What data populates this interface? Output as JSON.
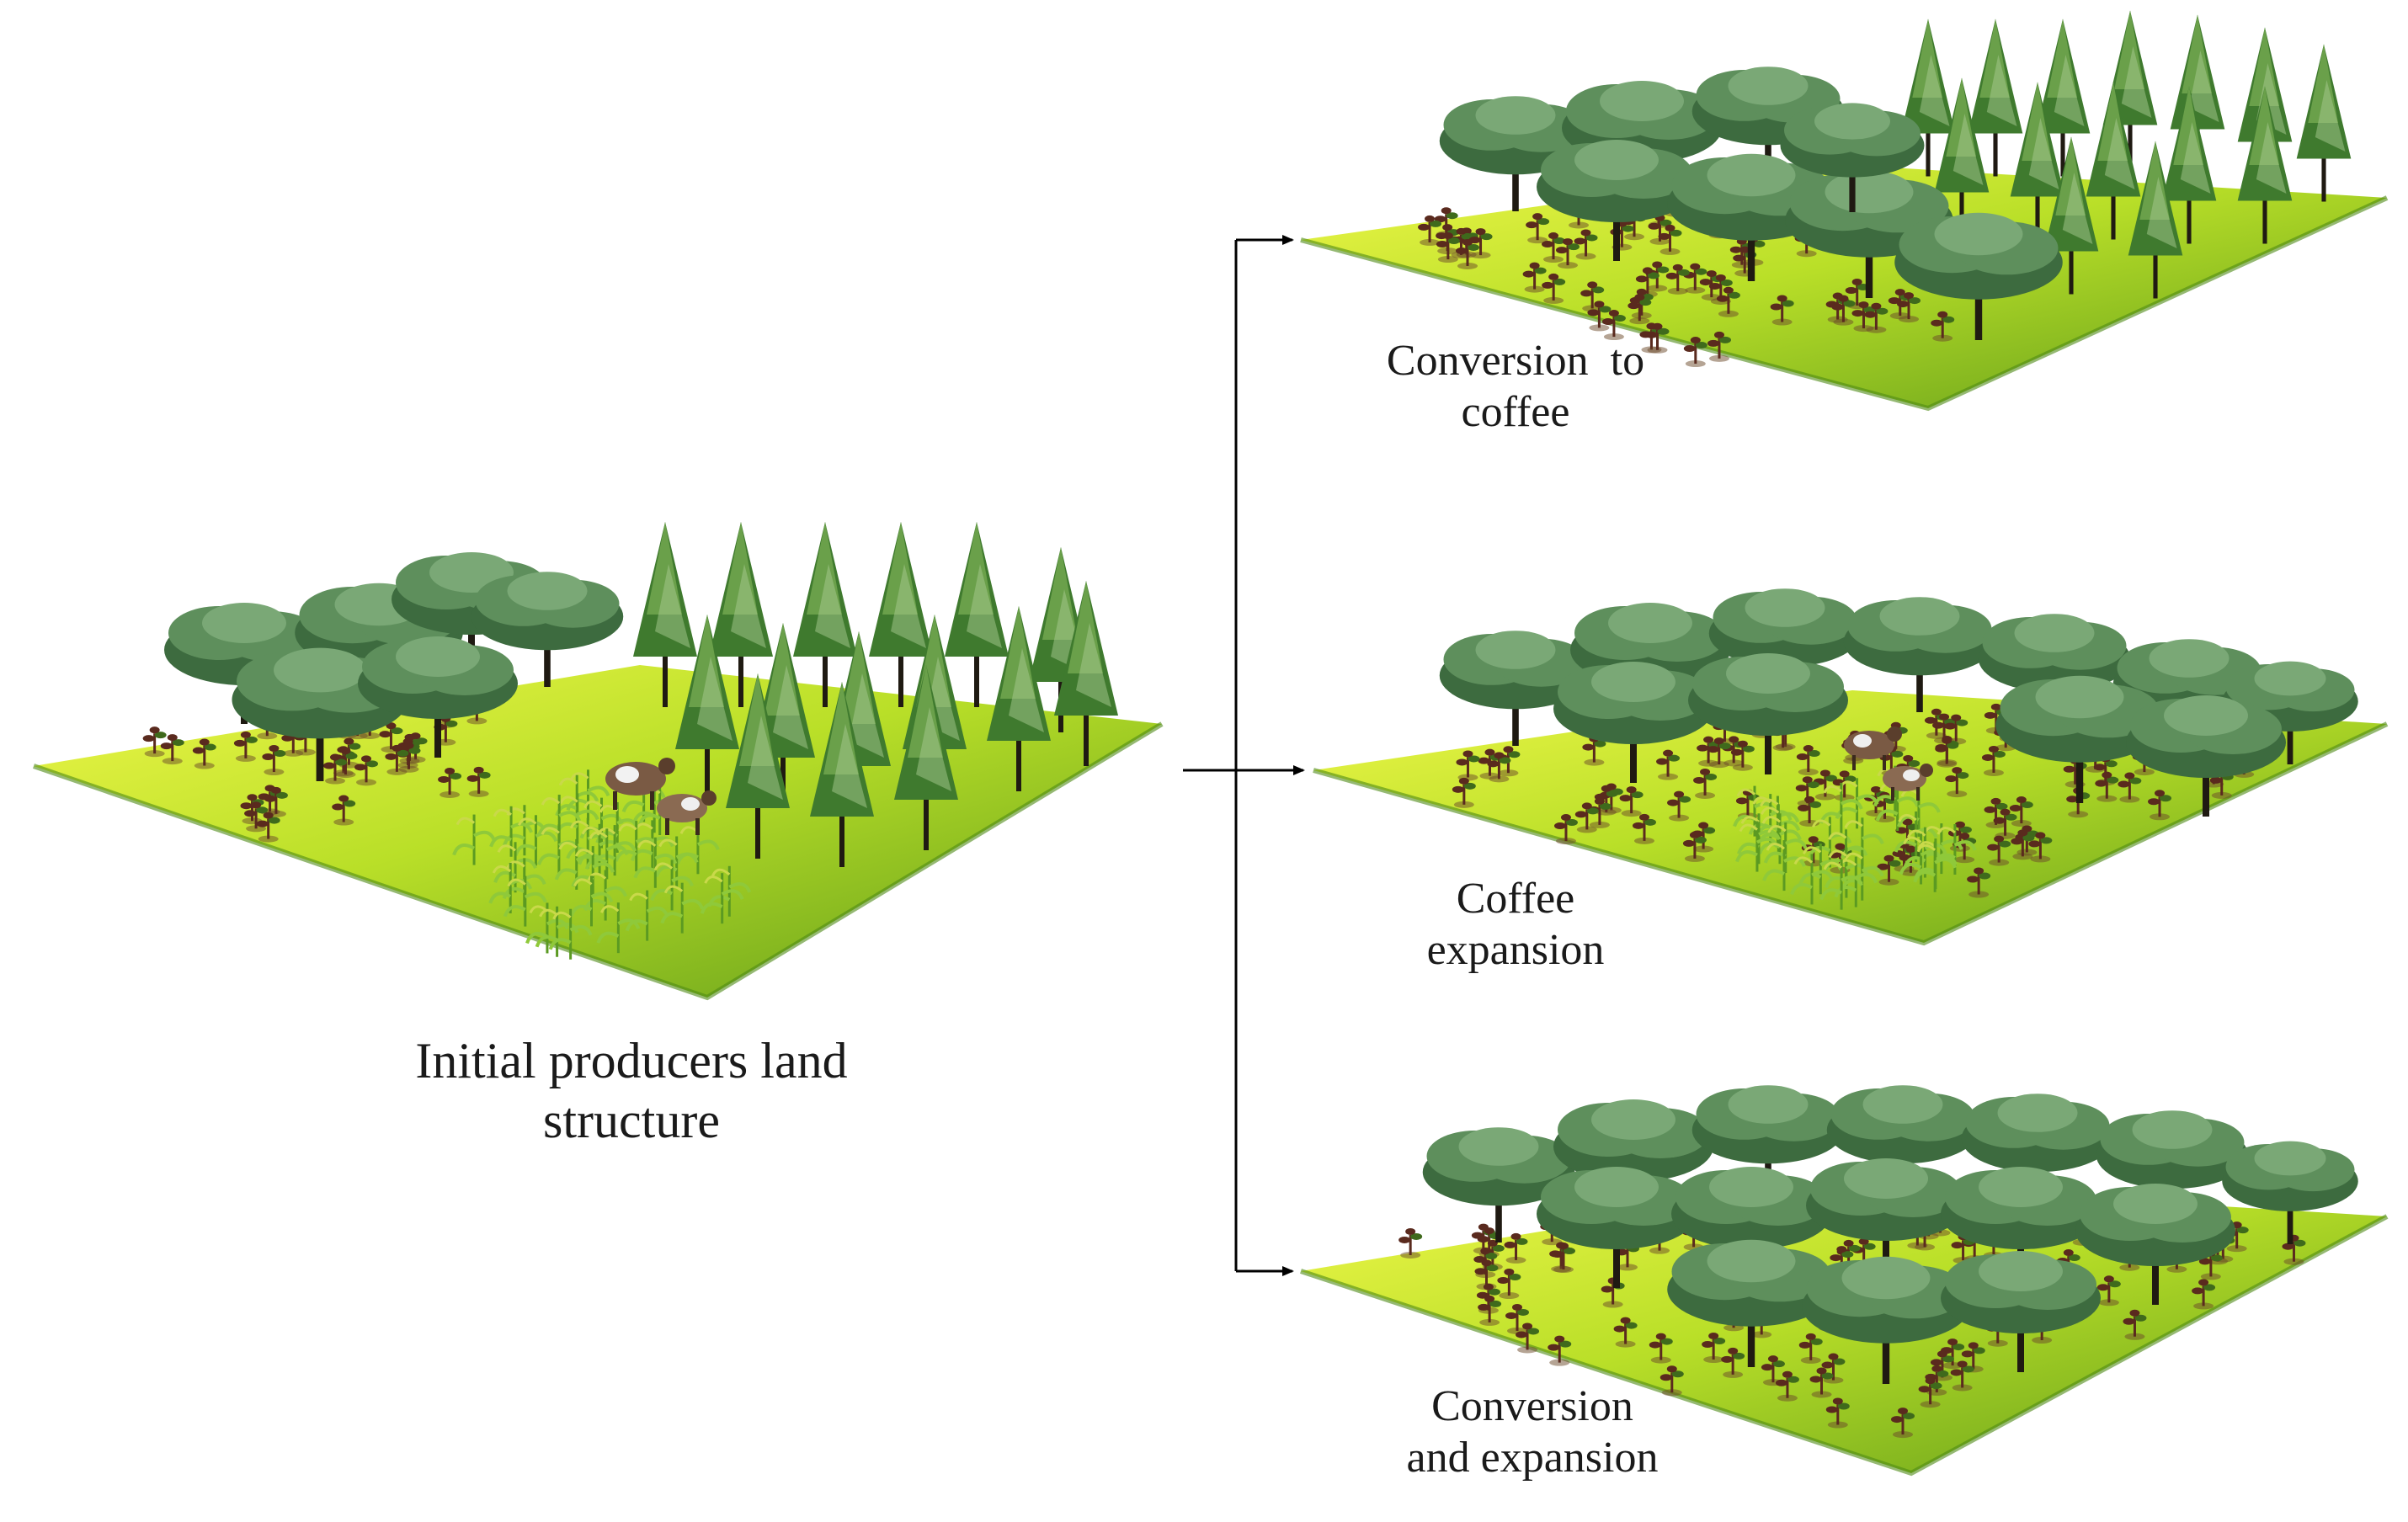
{
  "figure": {
    "initial": {
      "caption_lines": [
        "Initial producers land",
        "structure"
      ]
    },
    "scenarios": [
      {
        "id": "conversion",
        "caption_lines": [
          "Conversion  to",
          "coffee"
        ]
      },
      {
        "id": "expansion",
        "caption_lines": [
          "Coffee",
          "expansion"
        ]
      },
      {
        "id": "conversion_expansion",
        "caption_lines": [
          "Conversion",
          "and expansion"
        ]
      }
    ]
  },
  "colors": {
    "grass_light": "#e6f23a",
    "grass_mid": "#a7d81f",
    "grass_dark": "#5e9a1a",
    "shade_tree_canopy": "#5e8f5c",
    "shade_tree_canopy_dark": "#3d6b3f",
    "conifer": "#3f7a2e",
    "trunk": "#1f1a12",
    "coffee_shrub": "#5a2a1e",
    "maize": "#8fc93a",
    "cow": "#7a5a44",
    "arrow": "#000000"
  }
}
